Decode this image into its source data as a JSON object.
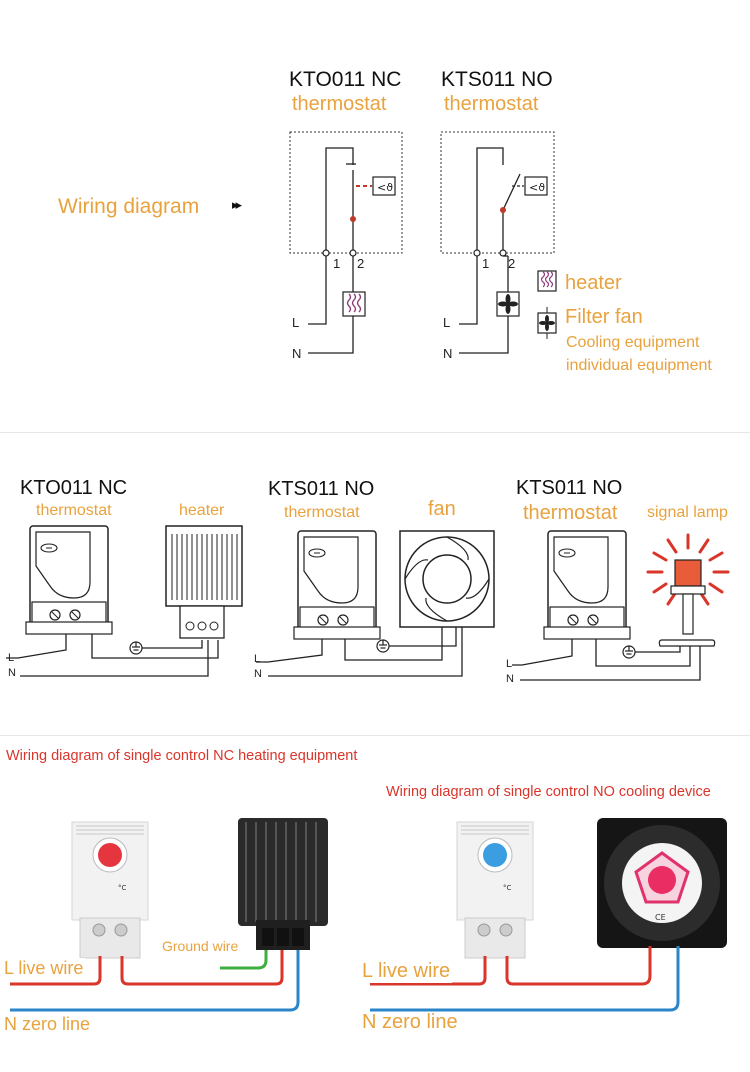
{
  "section1": {
    "label": "Wiring diagram",
    "arrow": "▸▸",
    "left": {
      "model": "KTO011 NC",
      "type": "thermostat",
      "t1": "1",
      "t2": "2",
      "l": "L",
      "n": "N"
    },
    "right": {
      "model": "KTS011 NO",
      "type": "thermostat",
      "t1": "1",
      "t2": "2",
      "l": "L",
      "n": "N"
    },
    "legend": {
      "heater": "heater",
      "fan": "Filter fan",
      "note1": "Cooling equipment",
      "note2": "individual equipment"
    }
  },
  "section2": {
    "d1": {
      "model": "KTO011 NC",
      "type": "thermostat",
      "device": "heater",
      "l": "L",
      "n": "N"
    },
    "d2": {
      "model": "KTS011 NO",
      "type": "thermostat",
      "device": "fan",
      "l": "L",
      "n": "N"
    },
    "d3": {
      "model": "KTS011 NO",
      "type": "thermostat",
      "device": "signal lamp",
      "l": "L",
      "n": "N"
    }
  },
  "section3": {
    "title_left": "Wiring diagram of single control NC heating equipment",
    "title_right": "Wiring diagram of single control NO cooling device",
    "ground": "Ground wire",
    "live_left": "L live wire",
    "zero_left": "N zero line",
    "live_right": "L live wire",
    "zero_right": "N zero line",
    "unit": "°C",
    "ce": "CE"
  },
  "colors": {
    "accent": "#e8a23e",
    "red": "#d9352b",
    "blue": "#2a86c9",
    "green": "#3fae3f"
  }
}
